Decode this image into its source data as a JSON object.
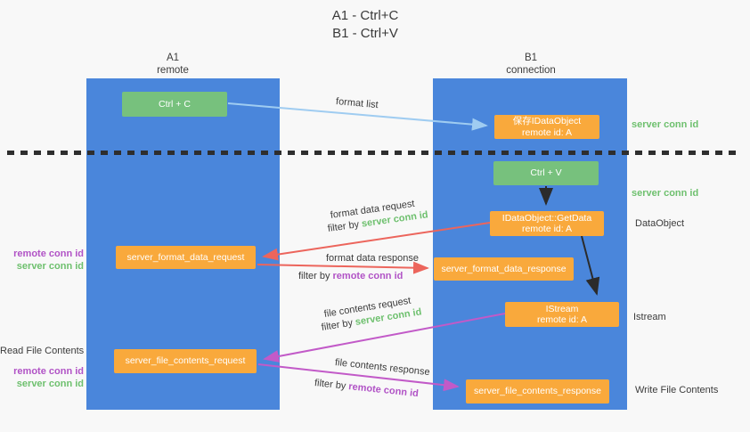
{
  "title": {
    "line1": "A1 - Ctrl+C",
    "line2": "B1 - Ctrl+V"
  },
  "columns": {
    "a1": {
      "name": "A1",
      "subtitle": "remote"
    },
    "b1": {
      "name": "B1",
      "subtitle": "connection"
    }
  },
  "boxes": {
    "ctrl_c": {
      "label": "Ctrl + C"
    },
    "save_dataobject": {
      "line1": "保存IDataObject",
      "line2": "remote id: A"
    },
    "ctrl_v": {
      "label": "Ctrl + V"
    },
    "getdata": {
      "line1": "IDataObject::GetData",
      "line2": "remote id: A"
    },
    "format_request": {
      "label": "server_format_data_request"
    },
    "format_response": {
      "label": "server_format_data_response"
    },
    "istream": {
      "line1": "IStream",
      "line2": "remote id: A"
    },
    "file_request": {
      "label": "server_file_contents_request"
    },
    "file_response": {
      "label": "server_file_contents_response"
    }
  },
  "arrow_labels": {
    "format_list": "format list",
    "format_data_request": "format data request",
    "format_data_response": "format data response",
    "file_contents_request": "file contents request",
    "file_contents_response": "file contents response",
    "filter_by": "filter by ",
    "server_conn_id": "server conn id",
    "remote_conn_id": "remote conn id"
  },
  "side_labels": {
    "server_conn_id_top": "server conn id",
    "server_conn_id_mid": "server conn id",
    "dataobject": "DataObject",
    "istream": "Istream",
    "write_file_contents": "Write File Contents",
    "read_file_contents": "Read File Contents",
    "remote_conn_id_format": "remote conn id",
    "server_conn_id_format": "server conn id",
    "remote_conn_id_file": "remote conn id",
    "server_conn_id_file": "server conn id"
  },
  "colors": {
    "lane_blue": "#4a86db",
    "box_green": "#77c17d",
    "box_orange": "#f9a93c",
    "arrow_lightblue": "#9fccf1",
    "arrow_red": "#ec655c",
    "arrow_magenta": "#c25ac8",
    "arrow_black": "#2b2b2b",
    "text_green": "#6ec06e",
    "text_purple": "#b153c6",
    "text_dark": "#3b3b3b"
  }
}
